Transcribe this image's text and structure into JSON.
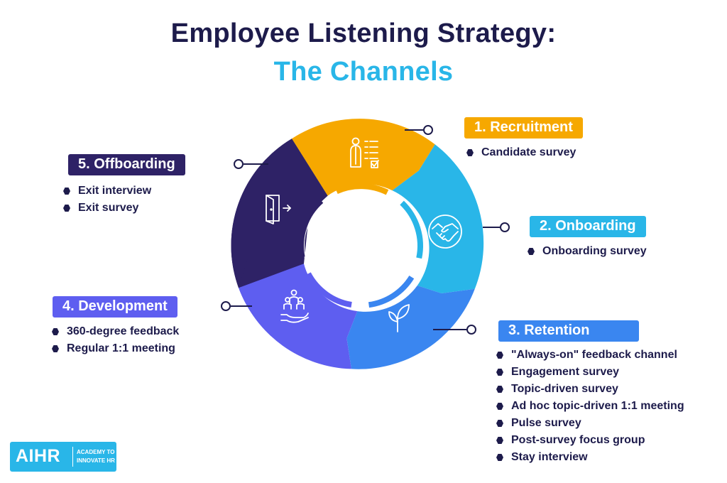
{
  "title": {
    "line1": "Employee Listening Strategy:",
    "line2": "The Channels"
  },
  "colors": {
    "navy": "#1d1b4b",
    "recruitment": "#f6a800",
    "onboarding": "#29b6e8",
    "retention": "#3a86f0",
    "development": "#5e5ef0",
    "offboarding": "#2e2266",
    "title_accent": "#29b6e8"
  },
  "channels": [
    {
      "label": "1. Recruitment",
      "icon": "candidate-checklist-icon",
      "items": [
        "Candidate survey"
      ]
    },
    {
      "label": "2. Onboarding",
      "icon": "handshake-icon",
      "items": [
        "Onboarding survey"
      ]
    },
    {
      "label": "3. Retention",
      "icon": "sprout-icon",
      "items": [
        "\"Always-on\" feedback channel",
        "Engagement survey",
        "Topic-driven survey",
        "Ad hoc topic-driven 1:1 meeting",
        "Pulse survey",
        "Post-survey focus group",
        "Stay interview"
      ]
    },
    {
      "label": "4. Development",
      "icon": "people-in-hand-icon",
      "items": [
        "360-degree feedback",
        "Regular 1:1 meeting"
      ]
    },
    {
      "label": "5. Offboarding",
      "icon": "exit-door-icon",
      "items": [
        "Exit interview",
        "Exit survey"
      ]
    }
  ],
  "logo": {
    "mark": "AIHR",
    "tagline_line1": "ACADEMY TO",
    "tagline_line2": "INNOVATE HR"
  }
}
